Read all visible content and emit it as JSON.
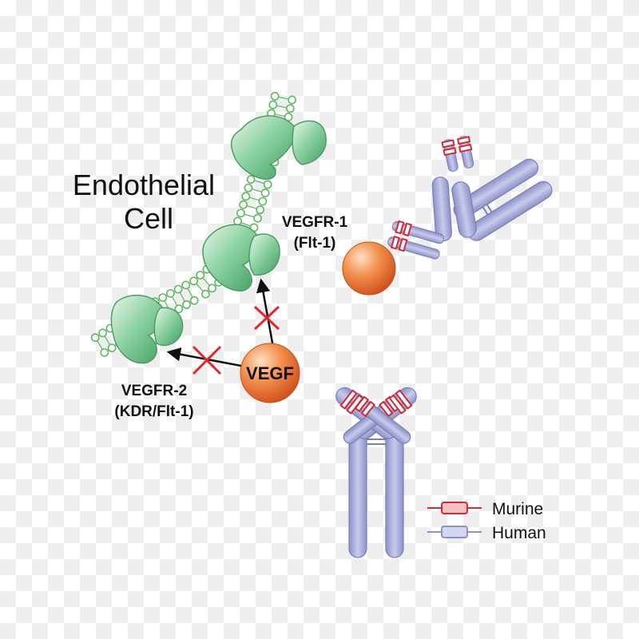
{
  "title": {
    "line1": "Endothelial",
    "line2": "Cell"
  },
  "receptors": {
    "vegfr1": {
      "name": "VEGFR-1",
      "alt": "(Flt-1)"
    },
    "vegfr2": {
      "name": "VEGFR-2",
      "alt": "(KDR/Flt-1)"
    }
  },
  "ligand": {
    "label": "VEGF"
  },
  "legend": {
    "murine": {
      "label": "Murine",
      "color": "#d42a35"
    },
    "human": {
      "label": "Human",
      "color": "#a4a8d6"
    }
  },
  "colors": {
    "membrane": "#5cb85c",
    "receptor": "#7fc99a",
    "vegf": "#f08a4b",
    "block_cross": "#e2262e",
    "arrow": "#111111"
  }
}
